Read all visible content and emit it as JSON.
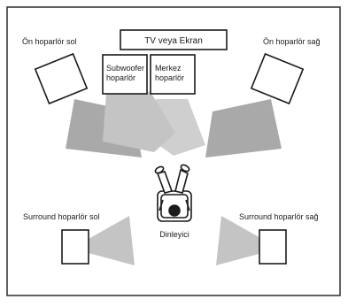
{
  "labels": {
    "tv": "TV veya Ekran",
    "front_left": "Ön hoparlör sol",
    "front_right": "Ön hoparlör sağ",
    "subwoofer_line1": "Subwoofer",
    "subwoofer_line2": "hoparlör",
    "center_line1": "Merkez",
    "center_line2": "hoparlör",
    "surround_left": "Surround hoparlör sol",
    "surround_right": "Surround hoparlör sağ",
    "listener": "Dinleyici"
  },
  "colors": {
    "background": "#ffffff",
    "frame": "#3a3a3a",
    "speaker_fill": "#ffffff",
    "speaker_stroke": "#1a1a1a",
    "sound_wave_front": "#a9a9a9",
    "sound_wave_surround": "#c4c4c4",
    "sound_wave_center": "#cfcfcf"
  },
  "icons": {
    "listener": "person-in-chair-icon"
  }
}
